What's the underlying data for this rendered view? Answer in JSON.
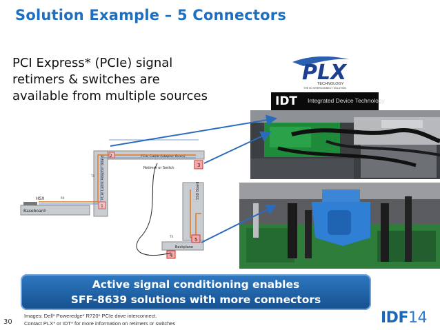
{
  "slide": {
    "title": "Solution Example – 5 Connectors",
    "number": "30"
  },
  "intro": {
    "line1": "PCI Express* (PCIe) signal",
    "line2": "retimers & switches are",
    "line3": "available from multiple sources"
  },
  "logos": {
    "plx_text": "PLX",
    "plx_sub": "TECHNOLOGY",
    "plx_tagline": "THE I/O INTERCONNECT SOLUTION",
    "idt_mark": "IDT",
    "idt_tagline": "Integrated Device Technology",
    "idf_text": "IDF",
    "idf_num": "14"
  },
  "diagram": {
    "hsx": "HSX",
    "baseboard": "Baseboard",
    "pcie_cable_adapter_board": "PCIe Cable Adapter Board",
    "pcie_cable_adapter_board_v": "PCIe Cable Adapter Board",
    "retimer_or_switch": "Retimer or Switch",
    "ssd_board": "SSD Board",
    "backplane": "Backplane",
    "tx": "TX",
    "rx": "RX",
    "c1": "1",
    "c2": "2",
    "c3": "3",
    "c4": "4",
    "c5": "5"
  },
  "banner": {
    "line1": "Active signal conditioning enables",
    "line2": "SFF-8639 solutions with more connectors"
  },
  "footnote": {
    "line1": "Images: Dell* Poweredge* R720* PCIe drive interconnect.",
    "line2": "Contact PLX* or IDT* for more information on retimers or switches"
  },
  "colors": {
    "title": "#1f6fc1",
    "banner": "#1f5fa3",
    "trace_orange": "#e07a1f",
    "trace_blue": "#7a9ed0",
    "arrow": "#2a6bbb"
  }
}
